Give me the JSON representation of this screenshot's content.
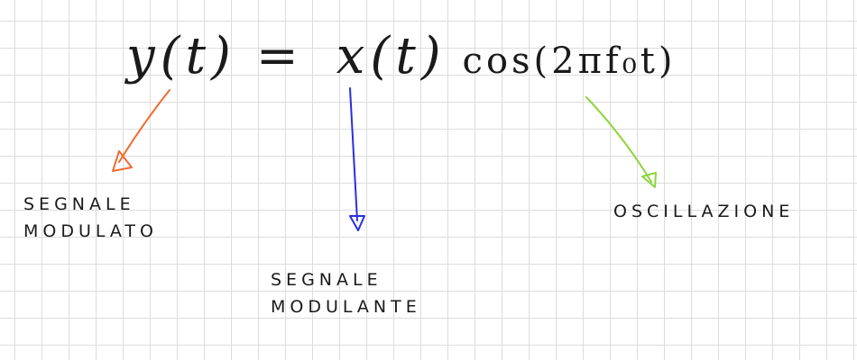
{
  "formula": {
    "lhs": "y(t)",
    "equals": "=",
    "rhs_signal": "x(t)",
    "rhs_cos": "cos(2πf₀t)"
  },
  "labels": {
    "modulated": {
      "line1": "SEGNALE",
      "line2": "MODULATO"
    },
    "modulating": {
      "line1": "SEGNALE",
      "line2": "MODULANTE"
    },
    "oscillation": {
      "line1": "OSCILLAZIONE"
    }
  },
  "colors": {
    "modulated_arrow": "#f26a2e",
    "modulating_arrow": "#2a2ee0",
    "oscillation_arrow": "#8fd43a",
    "ink": "#1a1a1a",
    "grid": "#dcdcdc"
  }
}
